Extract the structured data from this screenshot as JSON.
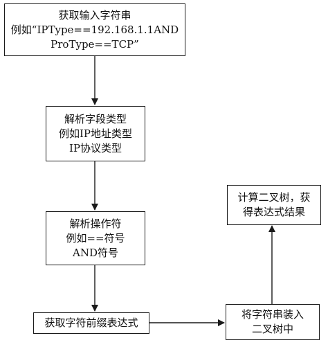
{
  "diagram": {
    "line_color": "#1a1a1a",
    "nodes": [
      {
        "id": "input",
        "lines": [
          "获取输入字符串",
          "例如“IPType==192.168.1.1AND",
          "ProType==TCP”"
        ]
      },
      {
        "id": "field",
        "lines": [
          "解析字段类型",
          "例如IP地址类型",
          "IP协议类型"
        ]
      },
      {
        "id": "operator",
        "lines": [
          "解析操作符",
          "例如==符号",
          "AND符号"
        ]
      },
      {
        "id": "prefix",
        "lines": [
          "获取字符前缀表达式"
        ]
      },
      {
        "id": "load",
        "lines": [
          "将字符串装入",
          "二叉树中"
        ]
      },
      {
        "id": "compute",
        "lines": [
          "计算二叉树，获",
          "得表达式结果"
        ]
      }
    ]
  }
}
